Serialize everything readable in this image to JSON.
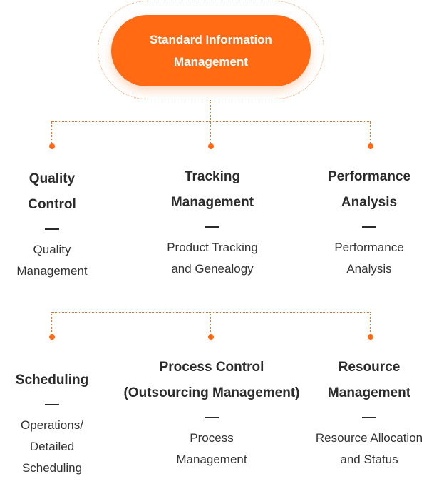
{
  "root": {
    "label": "Standard Information\nManagement"
  },
  "rows": [
    {
      "items": [
        {
          "title": "Quality\nControl",
          "desc": "Quality\nManagement"
        },
        {
          "title": "Tracking\nManagement",
          "desc": "Product Tracking\nand Genealogy"
        },
        {
          "title": "Performance\nAnalysis",
          "desc": "Performance\nAnalysis"
        }
      ]
    },
    {
      "items": [
        {
          "title": "Scheduling",
          "desc": "Operations/\nDetailed\nScheduling"
        },
        {
          "title": "Process Control\n(Outsourcing Management)",
          "desc": "Process\nManagement"
        },
        {
          "title": "Resource\nManagement",
          "desc": "Resource Allocation\nand Status"
        }
      ]
    }
  ],
  "colors": {
    "accent": "#ff6a13",
    "text": "#2b2b2b",
    "halo": "#f4a978"
  }
}
